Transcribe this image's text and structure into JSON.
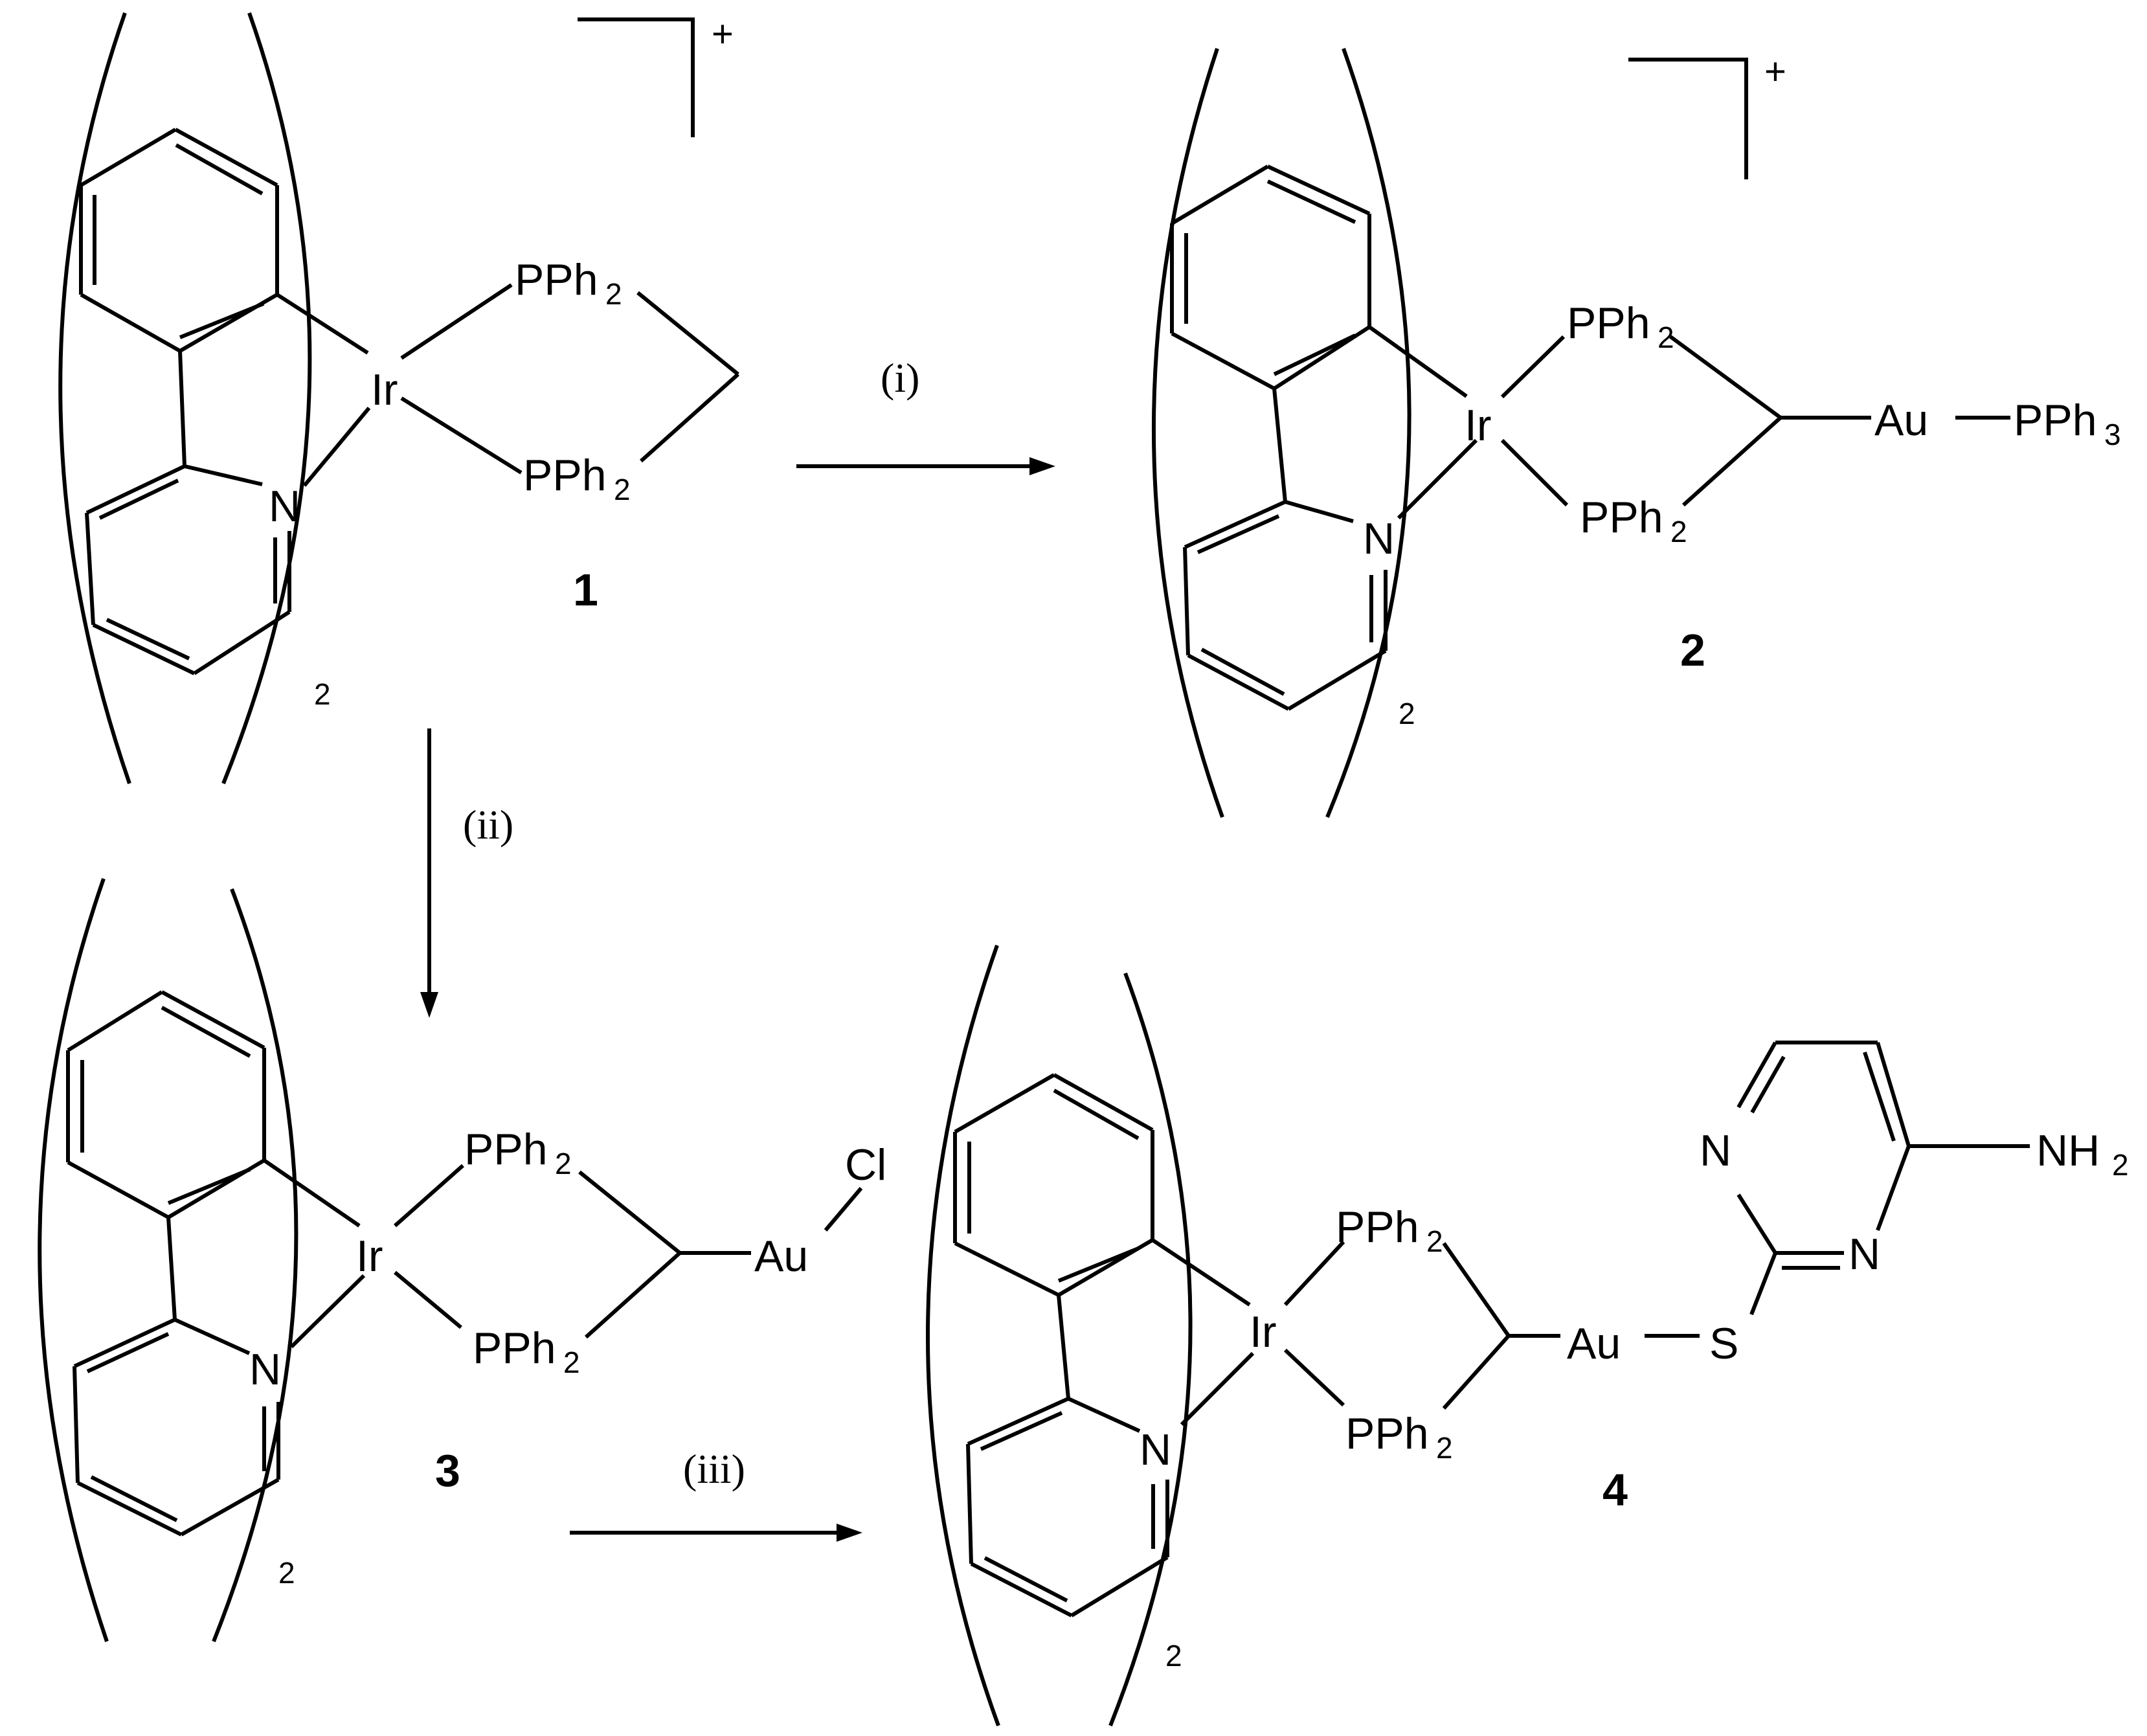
{
  "compounds": [
    {
      "number": "1",
      "charge": "+",
      "multiplicity": "2",
      "atoms": {
        "metal": "Ir",
        "nitrogen": "N",
        "phosphine_top": "PPh",
        "phosphine_bottom": "PPh",
        "phosphine_sub": "2"
      }
    },
    {
      "number": "2",
      "charge": "+",
      "multiplicity": "2",
      "atoms": {
        "metal": "Ir",
        "nitrogen": "N",
        "phosphine_top": "PPh",
        "phosphine_bottom": "PPh",
        "phosphine_sub": "2",
        "gold": "Au",
        "terminal_ligand": "PPh",
        "terminal_sub": "3"
      }
    },
    {
      "number": "3",
      "multiplicity": "2",
      "atoms": {
        "metal": "Ir",
        "nitrogen": "N",
        "phosphine_top": "PPh",
        "phosphine_bottom": "PPh",
        "phosphine_sub": "2",
        "gold": "Au",
        "halide": "Cl"
      }
    },
    {
      "number": "4",
      "multiplicity": "2",
      "atoms": {
        "metal": "Ir",
        "nitrogen": "N",
        "phosphine_top": "PPh",
        "phosphine_bottom": "PPh",
        "phosphine_sub": "2",
        "gold": "Au",
        "sulfur": "S",
        "ring_n1": "N",
        "ring_n3": "N",
        "amine": "NH",
        "amine_sub": "2"
      }
    }
  ],
  "conditions": [
    {
      "label": "(i)"
    },
    {
      "label": "(ii)"
    },
    {
      "label": "(iii)"
    }
  ]
}
